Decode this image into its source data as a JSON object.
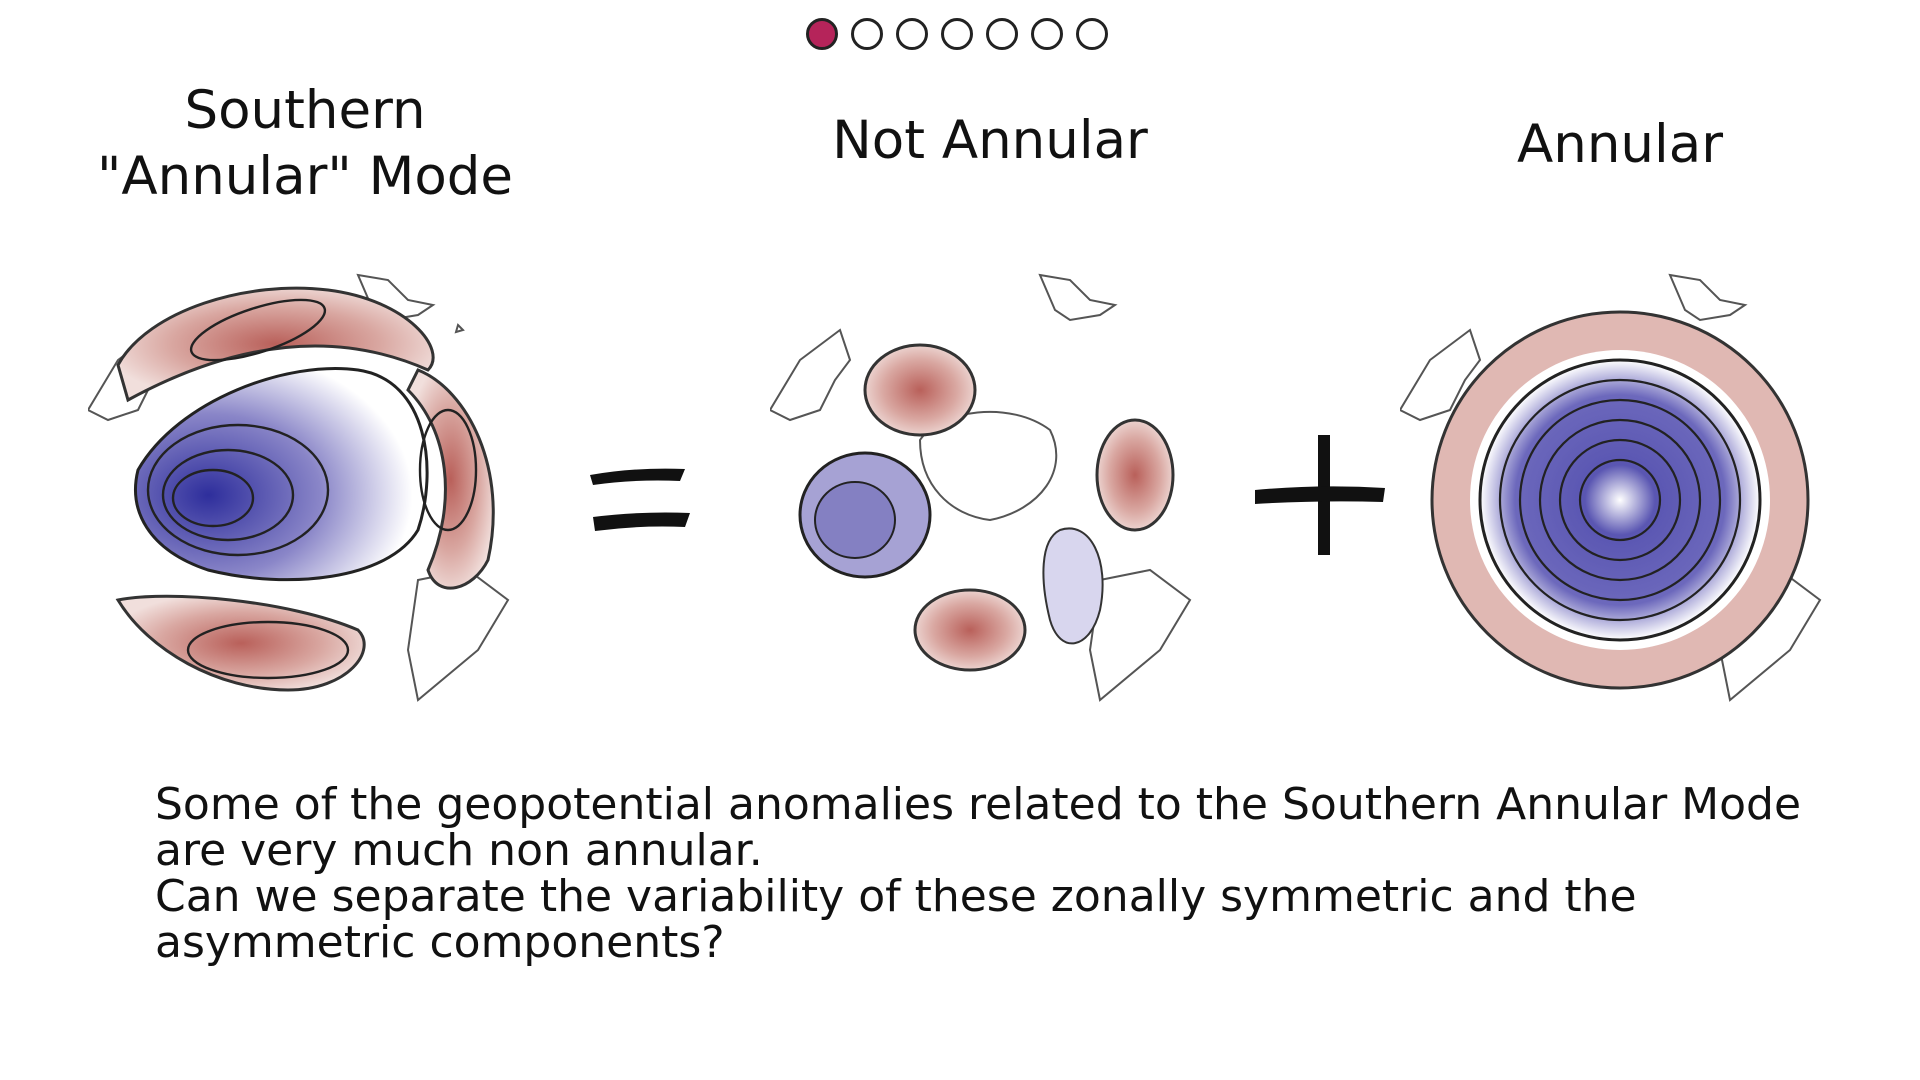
{
  "slide": {
    "total": 7,
    "active_index": 0,
    "accent": "#b5245a"
  },
  "titles": {
    "sam": "Southern\n\"Annular\" Mode",
    "not_annular": "Not Annular",
    "annular": "Annular"
  },
  "operators": {
    "equals": "=",
    "plus": "+"
  },
  "caption": {
    "line1": "Some of the geopotential anomalies related to the Southern Annular Mode are very much non annular.",
    "line2": "Can we separate the variability of these zonally symmetric and the asymmetric components?"
  },
  "colors": {
    "positive": "#c97a72",
    "positive_light": "#e8c9c4",
    "negative": "#4a4aa8",
    "negative_light": "#cfcde8",
    "contour": "#333333",
    "coast": "#555555"
  }
}
